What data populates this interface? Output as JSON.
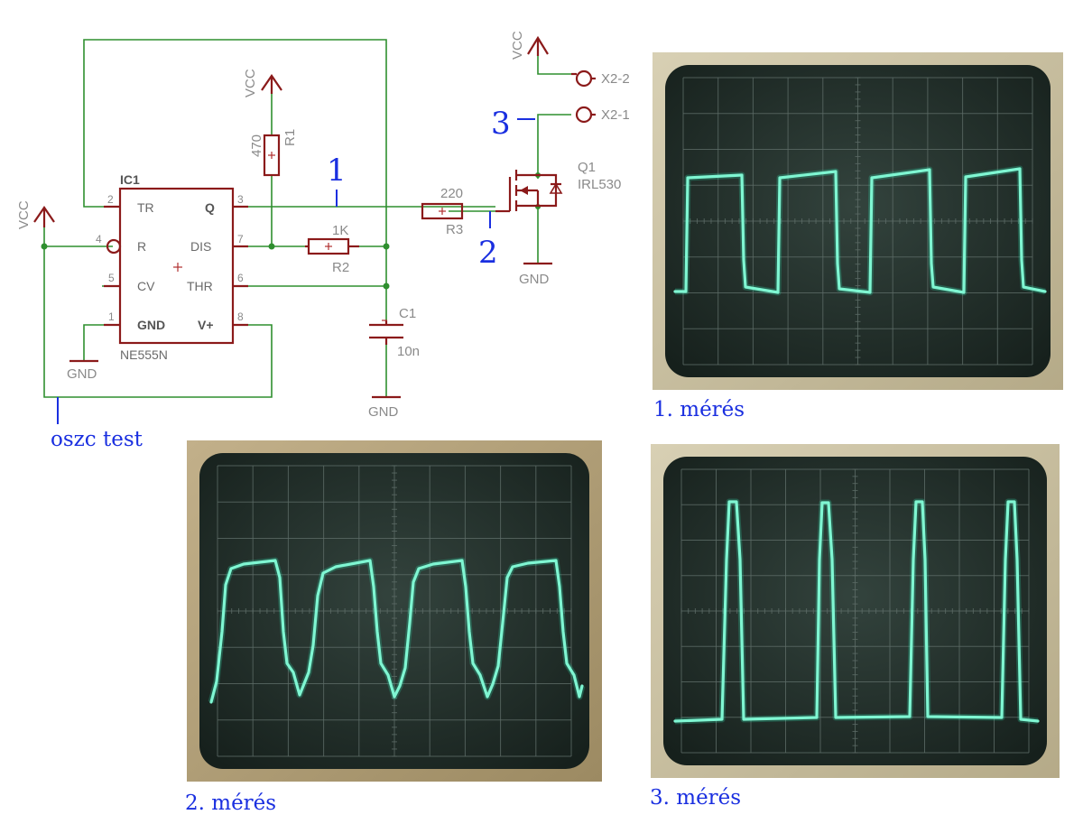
{
  "schematic": {
    "ic": {
      "ref": "IC1",
      "part": "NE555N",
      "pins": [
        {
          "num": "2",
          "name": "TR"
        },
        {
          "num": "4",
          "name": "R"
        },
        {
          "num": "5",
          "name": "CV"
        },
        {
          "num": "1",
          "name": "GND"
        },
        {
          "num": "3",
          "name": "Q"
        },
        {
          "num": "7",
          "name": "DIS"
        },
        {
          "num": "6",
          "name": "THR"
        },
        {
          "num": "8",
          "name": "V+"
        }
      ]
    },
    "r1": {
      "ref": "R1",
      "value": "470"
    },
    "r2": {
      "ref": "R2",
      "value": "1K"
    },
    "r3": {
      "ref": "R3",
      "value": "220"
    },
    "c1": {
      "ref": "C1",
      "value": "10n"
    },
    "q1": {
      "ref": "Q1",
      "part": "IRL530"
    },
    "x2_2": "X2-2",
    "x2_1": "X2-1",
    "vcc": "VCC",
    "gnd": "GND",
    "test_points": {
      "tp1": "1",
      "tp2": "2",
      "tp3": "3"
    },
    "scope_ground": "oszc test"
  },
  "captions": {
    "m1": "1. mérés",
    "m2": "2. mérés",
    "m3": "3. mérés"
  },
  "colors": {
    "wire": "#2f8f2f",
    "component": "#8b1a1a",
    "annotation": "#1a2fe0",
    "trace": "#7ff6d2",
    "screen": "#24302b",
    "bezel": "#cfc5a6"
  }
}
